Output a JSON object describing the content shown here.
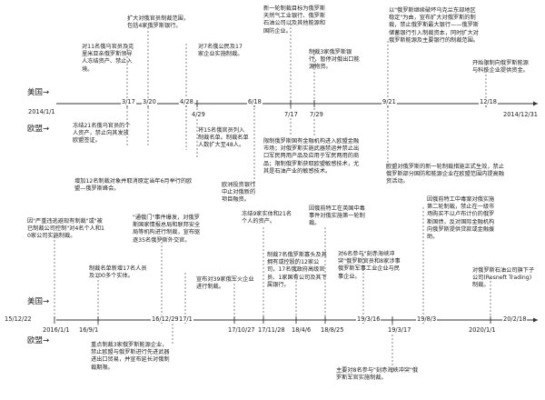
{
  "colors": {
    "line": "#333333",
    "text": "#222222",
    "background": "#ffffff"
  },
  "top": {
    "lanes": {
      "us": "美国→",
      "eu": "欧盟→"
    },
    "ticks": [
      {
        "id": "t1",
        "label": "2014/1/1"
      },
      {
        "id": "t2",
        "label": "3/17"
      },
      {
        "id": "t3",
        "label": "3/20"
      },
      {
        "id": "t4",
        "label": "4/28"
      },
      {
        "id": "t5",
        "label": "4/29"
      },
      {
        "id": "t6",
        "label": "6/18"
      },
      {
        "id": "t7",
        "label": "7/17"
      },
      {
        "id": "t8",
        "label": "7/29"
      },
      {
        "id": "t9",
        "label": "9/21"
      },
      {
        "id": "t10",
        "label": "12/18"
      },
      {
        "id": "t11",
        "label": "2014/12/31"
      }
    ],
    "notes": [
      {
        "id": "n1",
        "text": "对11名俄乌官员及克里米亚亲俄罗斯领导人冻结资产、禁止入境。"
      },
      {
        "id": "n2",
        "text": "扩大对俄官员制裁范围，包括4家俄罗斯银行。"
      },
      {
        "id": "n3",
        "text": "对7名俄公民及17家企业实施制裁。"
      },
      {
        "id": "n4",
        "text": "新一轮制裁目标为俄罗斯天然气工业银行、俄罗斯石油公司以及其他能源和国防企业。"
      },
      {
        "id": "n5",
        "text": "制裁3家俄罗斯银行，暂停对俄出口能源物资。"
      },
      {
        "id": "n6",
        "text": "以\"俄罗斯继续破坏乌克兰东部地区稳定\"为由，宣布扩大对俄罗斯的制裁，禁止俄罗斯最大银行——俄罗斯储蓄银行引入制裁资本，同时扩大对俄罗斯能源及主要银行的制裁范围。"
      },
      {
        "id": "n7",
        "text": "开始限制向俄罗斯能源与科技企业提供资金。"
      },
      {
        "id": "n8",
        "text": "冻结21名俄乌官员的个人资产，禁止向其发放欧盟签证。"
      },
      {
        "id": "n9",
        "text": "将15名俄官员列入制裁名单。制裁名单人数扩大至48人。"
      },
      {
        "id": "n10",
        "text": "限制俄罗斯国有金融机构进入欧盟金融市场；对俄罗斯实施武器禁运并禁止出口军民两用产品及应用于军民两用的商品；限制俄罗斯获取欧盟敏感技术，尤其是石油产业的敏感技术。"
      },
      {
        "id": "n11",
        "text": "增加12名制裁对象并取消原定当年6月举行的欧盟—俄罗斯峰会。"
      },
      {
        "id": "n12",
        "text": "欧洲投资银行中止对俄新的项目融资。"
      },
      {
        "id": "n13",
        "text": "欧盟对俄罗斯的新一轮制裁措施正式生效，禁止俄罗斯部分国防和能源企业在欧盟范围内提高融资活动。"
      }
    ]
  },
  "bottom": {
    "lanes": {
      "us": "美国→",
      "eu": "欧盟→"
    },
    "ticks": [
      {
        "id": "b1",
        "label": "15/12/22"
      },
      {
        "id": "b2",
        "label": "2016/1/1"
      },
      {
        "id": "b3",
        "label": "16/9/1"
      },
      {
        "id": "b4",
        "label": "16/12/29"
      },
      {
        "id": "b5",
        "label": "17/1"
      },
      {
        "id": "b6",
        "label": "17/10/27"
      },
      {
        "id": "b7",
        "label": "17/11/28"
      },
      {
        "id": "b8",
        "label": "18/4/6"
      },
      {
        "id": "b9",
        "label": "18/8/25"
      },
      {
        "id": "b10",
        "label": "19/3/16"
      },
      {
        "id": "b11",
        "label": "19/3/17"
      },
      {
        "id": "b12",
        "label": "19/8/3"
      },
      {
        "id": "b13",
        "label": "2020/1/1"
      },
      {
        "id": "b14",
        "label": "20/2/18"
      }
    ],
    "notes": [
      {
        "id": "m1",
        "text": "因\"严重违逃避现有制裁\"或\"被已制裁公司控制\"对4名个人和10家公司实施制裁。"
      },
      {
        "id": "m2",
        "text": "制裁名单新增17名人员及100多个实体。"
      },
      {
        "id": "m3",
        "text": "\"通俄门\"事件爆发，对俄罗斯国家情报总局和联邦安全局等机构进行制裁，宣布驱逐35名俄罗斯外交官。"
      },
      {
        "id": "m4",
        "text": "宣布对39家俄军火企业进行制裁。"
      },
      {
        "id": "m5",
        "text": "冻结9家实体和21名个人的资产。"
      },
      {
        "id": "m6",
        "text": "制裁7名俄罗斯寡头及其拥有或控股的12家公司，17名俄政府高级官员、1家国有公司及其下属银行。"
      },
      {
        "id": "m7",
        "text": "因俄前特工在英国中毒事件对俄实施第一轮制裁。"
      },
      {
        "id": "m8",
        "text": "对6名参与\"刻赤海峡冲突\"俄罗斯官员和8家涉事俄罗斯军事工业企业与民事企业。"
      },
      {
        "id": "m9",
        "text": "因俄前特工中毒案对俄实施第二轮制裁，禁止在一级市场购买不以卢布计价的俄罗斯国债，反对国际金融机构向俄罗斯提供贷款或金融援助。"
      },
      {
        "id": "m10",
        "text": "对俄罗斯石油公司旗下子公司(Rosneft Trading)制裁。"
      },
      {
        "id": "m11",
        "text": "重点制裁3家俄罗斯能源企业，禁止欧盟与俄罗斯进行先进武器进出口贸易，并宣布延长对俄制裁期限。"
      },
      {
        "id": "m12",
        "text": "主要对8名参与\"刻赤海峡冲突\"俄罗斯军官实施制裁。"
      }
    ]
  }
}
